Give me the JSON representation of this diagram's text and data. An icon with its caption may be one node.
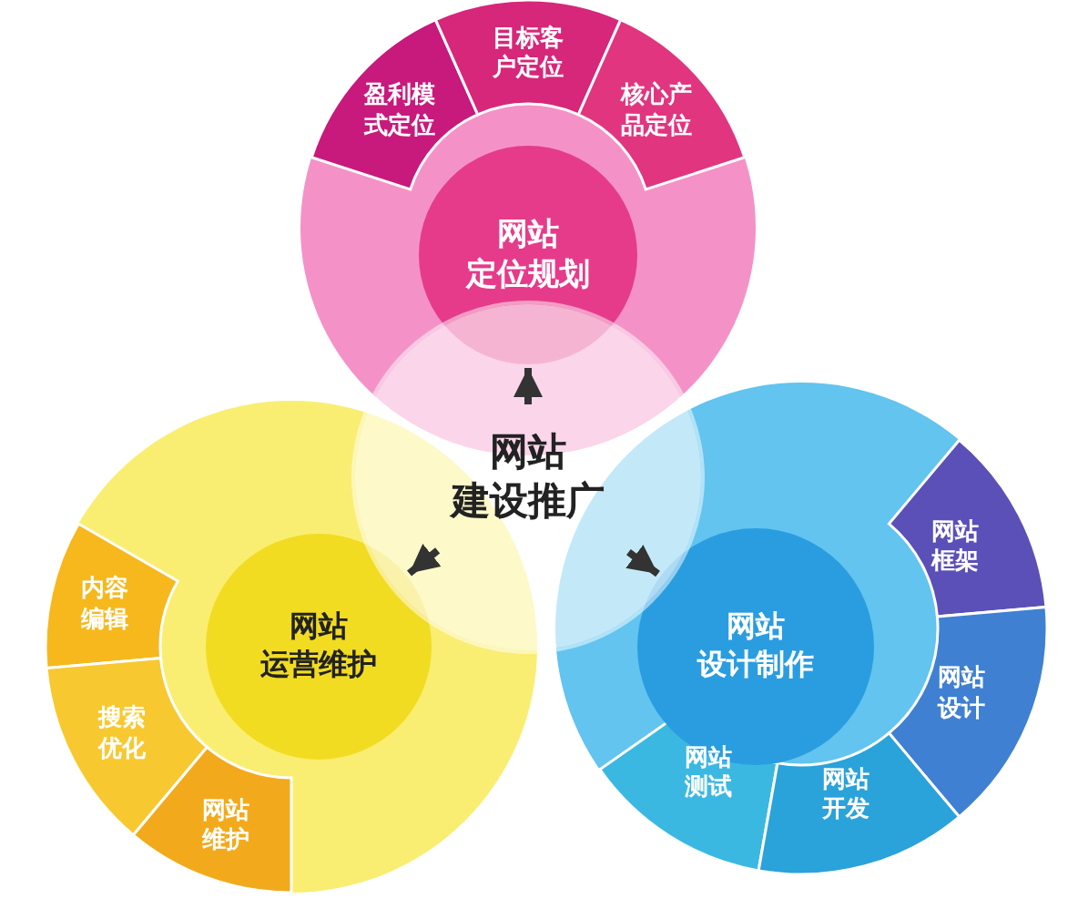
{
  "diagram": {
    "nodes": [
      {
        "text": [],
        "shape": "circle"
      },
      {
        "text": [
          "盈利模式定位"
        ],
        "in": 0
      },
      {
        "text": [
          "目标客户定位"
        ],
        "in": 0
      },
      {
        "text": [
          "核心产品定位"
        ],
        "in": 0
      },
      {
        "text": [
          "网站定位规划"
        ],
        "in": 0
      },
      {
        "text": [
          "网站建设推广"
        ]
      },
      {
        "text": [],
        "shape": "circle"
      },
      {
        "text": [
          "内容编辑"
        ],
        "in": 6
      },
      {
        "text": [
          "网站运营维护"
        ],
        "in": 6
      },
      {
        "text": [
          "搜索优化"
        ],
        "in": 6
      },
      {
        "text": [
          "网站维护"
        ],
        "in": 6
      },
      {
        "text": [],
        "shape": "circle"
      },
      {
        "text": [
          "网站框架"
        ],
        "in": 11
      },
      {
        "text": [
          "网站设计制作"
        ],
        "in": 11
      },
      {
        "text": [
          "网站设计"
        ],
        "in": 11
      },
      {
        "text": [
          "网站测试"
        ],
        "in": 11
      },
      {
        "text": [
          "网站开发"
        ],
        "in": 11
      }
    ],
    "edges": [
      {
        "from": 5,
        "to": 4,
        "arrow": "to"
      },
      {
        "from": 5,
        "to": 8,
        "arrow": "to"
      },
      {
        "from": 5,
        "to": 13,
        "arrow": "to"
      }
    ]
  }
}
